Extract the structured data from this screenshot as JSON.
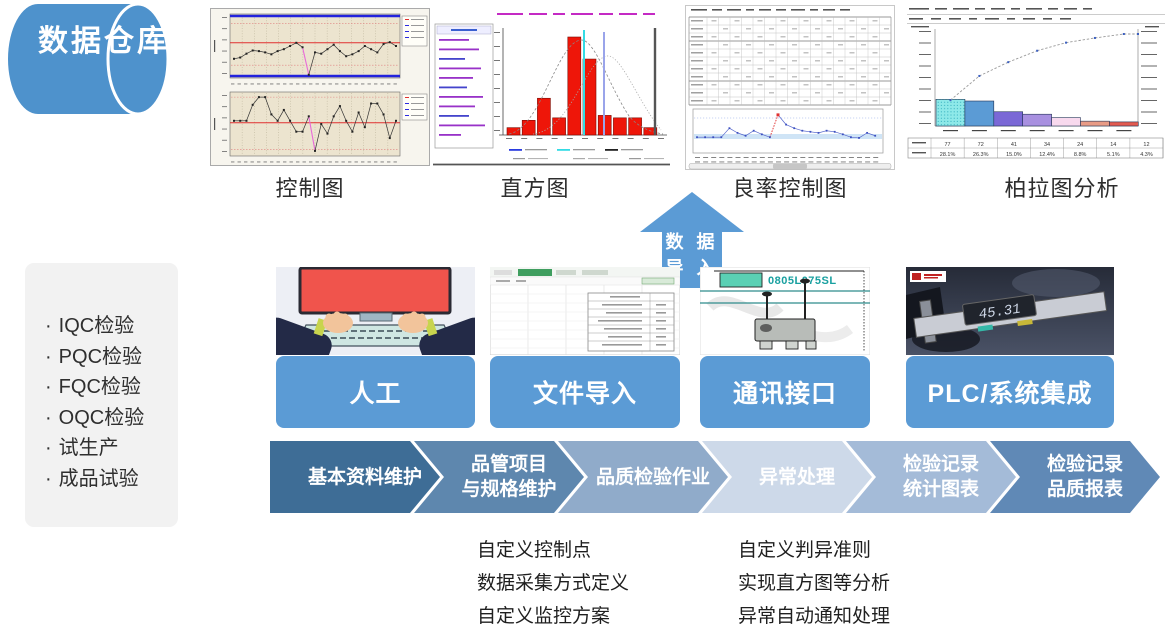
{
  "warehouse": {
    "line1": "数据",
    "line2": "仓库",
    "color": "#4e92cc"
  },
  "captions": [
    "控制图",
    "直方图",
    "良率控制图",
    "柏拉图分析"
  ],
  "import_arrow": {
    "line1": "数 据",
    "line2": "导 入",
    "color": "#5b9bd5"
  },
  "inspection_card": {
    "bullet": "·",
    "items": [
      "IQC检验",
      "PQC检验",
      "FQC检验",
      "OQC检验",
      "试生产",
      "成品试验"
    ]
  },
  "input_columns": [
    {
      "label": "人工",
      "image": "typing-hands-illustration"
    },
    {
      "label": "文件导入",
      "image": "spreadsheet-screenshot"
    },
    {
      "label": "通讯接口",
      "image": "component-wiring-diagram",
      "part_number": "0805L075SL"
    },
    {
      "label": "PLC/系统集成",
      "image": "digital-caliper-photo",
      "display_value": "45.31"
    }
  ],
  "process_flow": [
    {
      "color": "#3e6d96",
      "lines": [
        "基本资料维护"
      ]
    },
    {
      "color": "#5e87ae",
      "lines": [
        "品管项目",
        "与规格维护"
      ]
    },
    {
      "color": "#90abca",
      "lines": [
        "品质检验作业"
      ]
    },
    {
      "color": "#cdd9e9",
      "lines": [
        "异常处理"
      ]
    },
    {
      "color": "#a4bbd8",
      "lines": [
        "检验记录",
        "统计图表"
      ]
    },
    {
      "color": "#6089b6",
      "lines": [
        "检验记录",
        "品质报表"
      ]
    }
  ],
  "feature_notes": {
    "left": [
      "自定义控制点",
      "数据采集方式定义",
      "自定义监控方案"
    ],
    "right": [
      "自定义判异准则",
      "实现直方图等分析",
      "异常自动通知处理"
    ]
  },
  "chart_data": [
    {
      "type": "line",
      "title": "控制图",
      "subtype": "xbar-r-control-chart",
      "panels": [
        {
          "series_pct_from_top": [
            70,
            68,
            62,
            57,
            58,
            60,
            63,
            58,
            55,
            50,
            45,
            52,
            95,
            60,
            62,
            55,
            48,
            58,
            66,
            63,
            58,
            50,
            55,
            60,
            47,
            44,
            50
          ],
          "centerline_pct": 45,
          "ucl_lcl_blue": true,
          "sigma_lines_pct": [
            15,
            80
          ],
          "outlier_index": 12
        },
        {
          "series_pct_from_top": [
            45,
            45,
            45,
            20,
            8,
            8,
            35,
            45,
            28,
            45,
            62,
            62,
            38,
            92,
            50,
            65,
            38,
            22,
            45,
            62,
            32,
            55,
            18,
            18,
            35,
            72,
            45
          ],
          "centerline_pct": 48,
          "ucl_lcl_blue": false,
          "sigma_lines_pct": [
            8,
            90
          ],
          "outlier_index": 13
        }
      ],
      "line_color": "#333333",
      "centerline_color": "#e03030",
      "outlier_segment_color": "#e86ad8"
    },
    {
      "type": "bar",
      "title": "直方图",
      "values": [
        3,
        6,
        15,
        7,
        40,
        31,
        8,
        7,
        7,
        3
      ],
      "bar_color": "#ee1609",
      "target_line_color": "#34dbe4",
      "mean_line_color": "#9aa4ea",
      "usl_line_color": "#555555",
      "curves": "normal-distribution-dashed"
    },
    {
      "type": "line",
      "title": "良率控制图",
      "series_pct_from_top": [
        70,
        70,
        70,
        70,
        45,
        58,
        66,
        52,
        62,
        70,
        8,
        35,
        45,
        52,
        55,
        58,
        52,
        55,
        62,
        70,
        72,
        58,
        66
      ],
      "outlier_index": 10,
      "line_color": "#5566cc",
      "outlier_color": "#e03030",
      "baseline_band": true
    },
    {
      "type": "pareto",
      "title": "柏拉图分析",
      "axis_range_pct": [
        0,
        100
      ],
      "bars": [
        {
          "count": 77,
          "pct": 28.1,
          "color": "#8ee9e9"
        },
        {
          "count": 72,
          "pct": 26.3,
          "color": "#5b9bd5"
        },
        {
          "count": 41,
          "pct": 15.0,
          "color": "#7a68d6"
        },
        {
          "count": 34,
          "pct": 12.4,
          "color": "#a890e0"
        },
        {
          "count": 24,
          "pct": 8.8,
          "color": "#f8d9ee"
        },
        {
          "count": 14,
          "pct": 5.1,
          "color": "#e89b86"
        },
        {
          "count": 12,
          "pct": 4.3,
          "color": "#e25a50"
        }
      ],
      "cumulative_pcts": [
        28.1,
        54.4,
        69.4,
        81.8,
        90.6,
        95.7,
        100
      ],
      "cumulative_line_color": "#999999",
      "marker_color": "#3b5fc0"
    }
  ]
}
